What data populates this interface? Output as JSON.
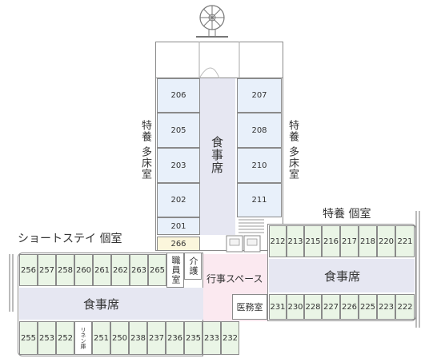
{
  "labels": {
    "tokuyo_tashoshitsu": "特養 多床室",
    "shokujiseki": "食事席",
    "tokuyo_koshitsu": "特養 個室",
    "shortstay_koshitsu": "ショートステイ 個室",
    "gyoji_space": "行事スペース",
    "imushitsu": "医務室",
    "shokuinshitsu": "職員室",
    "kaigo": "介護",
    "linen": "リネン庫"
  },
  "rooms": {
    "r206": "206",
    "r205": "205",
    "r203": "203",
    "r202": "202",
    "r201": "201",
    "r266": "266",
    "r207": "207",
    "r208": "208",
    "r210": "210",
    "r211": "211",
    "r212": "212",
    "r213": "213",
    "r215": "215",
    "r216": "216",
    "r217": "217",
    "r218": "218",
    "r220": "220",
    "r221": "221",
    "r231": "231",
    "r230": "230",
    "r228": "228",
    "r227": "227",
    "r226": "226",
    "r225": "225",
    "r223": "223",
    "r222": "222",
    "r256": "256",
    "r257": "257",
    "r258": "258",
    "r260": "260",
    "r261": "261",
    "r262": "262",
    "r263": "263",
    "r265": "265",
    "r255": "255",
    "r253": "253",
    "r252": "252",
    "r251": "251",
    "r250": "250",
    "r238": "238",
    "r237": "237",
    "r236": "236",
    "r235": "235",
    "r233": "233",
    "r232": "232"
  },
  "colors": {
    "blue_room": "#e8f0fa",
    "green_room": "#eaf5e6",
    "yellow_room": "#fbf6dc",
    "pink_area": "#fbe9f0",
    "corridor": "#e6e7f2"
  }
}
